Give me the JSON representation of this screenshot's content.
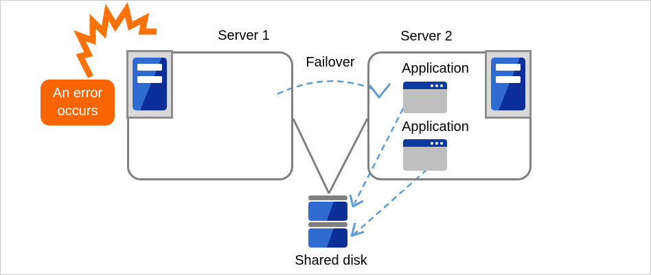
{
  "error_callout": {
    "line1": "An error",
    "line2": "occurs"
  },
  "server1": {
    "label": "Server 1"
  },
  "server2": {
    "label": "Server 2"
  },
  "failover": {
    "label": "Failover"
  },
  "applications": [
    {
      "label": "Application"
    },
    {
      "label": "Application"
    }
  ],
  "shared_disk": {
    "label": "Shared disk"
  },
  "icons": {
    "server": "server-tower-icon",
    "application": "application-window-icon",
    "disk": "shared-disk-icon",
    "error_burst": "error-burst-icon",
    "failover_arrow": "failover-arrow",
    "app_to_disk_arrows": [
      "app1-to-disk-arrow",
      "app2-to-disk-arrow"
    ]
  },
  "colors": {
    "callout_orange": "#F96505",
    "bolt_orange": "#FB7209",
    "box_border_gray": "#7F7F7F",
    "link_line_gray": "#7F7F7F",
    "arrow_blue": "#5B9BD5",
    "window_title_navy": "#0D3A9E",
    "tower_blue_light": "#2F6BD1",
    "tower_blue_dark": "#0B2F96",
    "icon_frame_gray": "#D9D9D9",
    "window_body_gray": "#BFBFBF",
    "disk_bar_gray": "#808080",
    "background": "#FFFFFF"
  }
}
